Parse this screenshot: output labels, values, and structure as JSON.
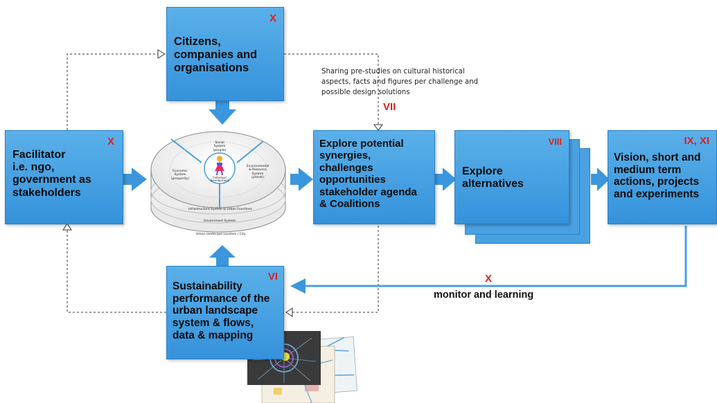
{
  "boxes": {
    "citizens": {
      "text": [
        "Citizens,",
        "companies and",
        "organisations"
      ],
      "tag": "X"
    },
    "facilitator": {
      "text": [
        "Facilitator",
        "i.e. ngo,",
        "government as",
        "stakeholders"
      ],
      "tag": "X"
    },
    "explore_potential": {
      "text": [
        "Explore potential",
        "synergies,",
        "challenges",
        "opportunities",
        "stakeholder agenda",
        "& Coalitions"
      ]
    },
    "explore_alternatives": {
      "text": [
        "Explore",
        "alternatives"
      ],
      "tag": "VIII"
    },
    "vision": {
      "text": [
        "Vision, short and",
        "medium term",
        "actions, projects",
        "and experiments"
      ],
      "tag": "IX, XI"
    },
    "sustainability": {
      "text": [
        "Sustainability",
        "performance of the",
        "urban landscape",
        "system & flows,",
        "data & mapping"
      ],
      "tag": "VI"
    }
  },
  "annotations": {
    "sharing": [
      "Sharing  pre-studies on cultural historical",
      "aspects, facts and figures per challenge and",
      "possible design solutions"
    ],
    "sharing_tag": "VII",
    "monitor_tag": "X",
    "monitor_label": "monitor and learning"
  },
  "disc": {
    "social": [
      "Social",
      "System",
      "(people)"
    ],
    "economic": [
      "Economic",
      "System",
      "(prosperity)"
    ],
    "environmental": [
      "Environmental",
      "& Resource",
      "System",
      "(planet)"
    ],
    "center": [
      "Individual",
      "development"
    ],
    "ring1": "Infrastructure System & Urban Functions",
    "ring2": "Government System",
    "bottom": "Urban landscape Location / City"
  },
  "colors": {
    "box": "#3a97de",
    "arrow": "#3b96dd",
    "tag": "#e02020",
    "feedback_line": "#4a9ee0"
  }
}
